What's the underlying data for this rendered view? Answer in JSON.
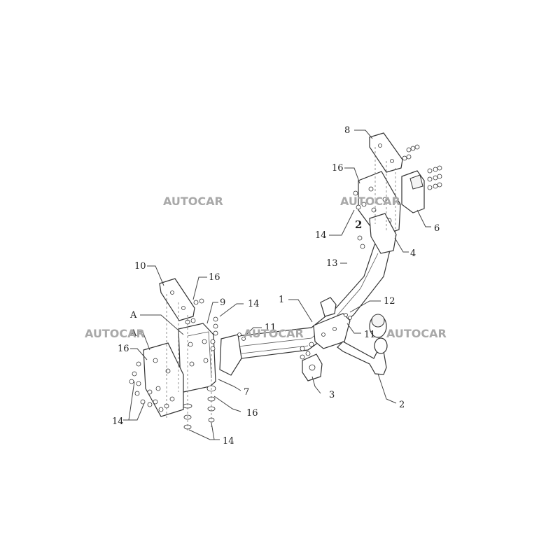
{
  "watermark": "AUTOCAR",
  "callouts": {
    "l1": "1",
    "l2": "2",
    "l2b": "2",
    "l3": "3",
    "l4": "4",
    "l6": "6",
    "l7": "7",
    "l8": "8",
    "l9": "9",
    "l10": "10",
    "l11": "11",
    "l11b": "11",
    "l12": "12",
    "l13": "13",
    "l14a": "14",
    "l14b": "14",
    "l14c": "14",
    "l14d": "14",
    "l16a": "16",
    "l16b": "16",
    "l16c": "16",
    "l16d": "16",
    "lA1": "A",
    "lA2": "A"
  }
}
